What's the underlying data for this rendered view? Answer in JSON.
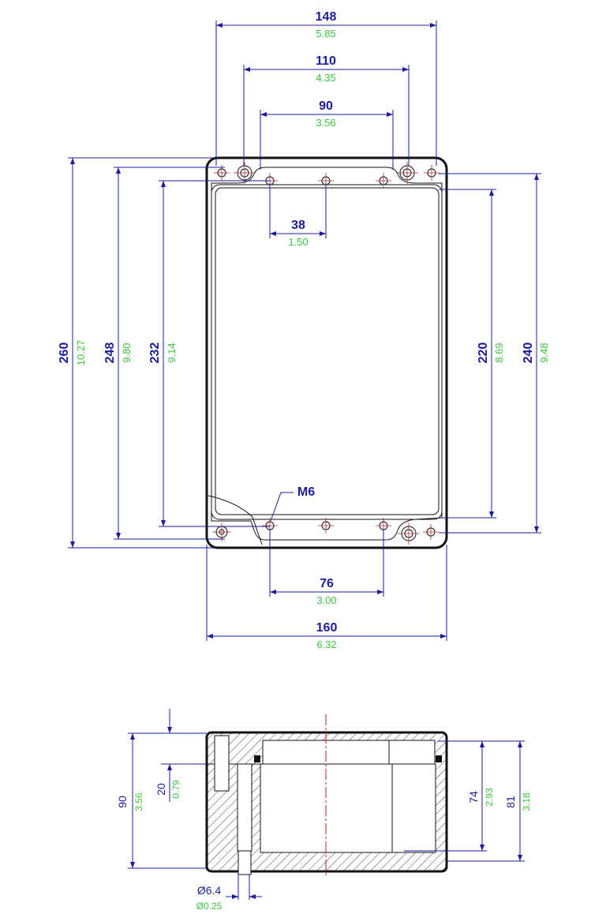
{
  "colors": {
    "dimension_mm": "#1c1c9c",
    "dimension_inch": "#3cc83c",
    "centerline": "#c02020",
    "outline": "#111111"
  },
  "top_view": {
    "width_148": {
      "mm": "148",
      "in": "5.85"
    },
    "width_110": {
      "mm": "110",
      "in": "4.35"
    },
    "width_90": {
      "mm": "90",
      "in": "3.56"
    },
    "spacing_38": {
      "mm": "38",
      "in": "1.50"
    },
    "spacing_76": {
      "mm": "76",
      "in": "3.00"
    },
    "width_160": {
      "mm": "160",
      "in": "6.32"
    },
    "height_260": {
      "mm": "260",
      "in": "10.27"
    },
    "height_248": {
      "mm": "248",
      "in": "9.80"
    },
    "height_232": {
      "mm": "232",
      "in": "9.14"
    },
    "height_220": {
      "mm": "220",
      "in": "8.69"
    },
    "height_240": {
      "mm": "240",
      "in": "9.48"
    },
    "thread_label": "M6"
  },
  "side_view": {
    "height_90": {
      "mm": "90",
      "in": "3.56"
    },
    "lid_20": {
      "mm": "20",
      "in": "0.79"
    },
    "inner_74": {
      "mm": "74",
      "in": "2.93"
    },
    "inner_81": {
      "mm": "81",
      "in": "3.18"
    },
    "hole_dia": {
      "mm": "Ø6.4",
      "in": "Ø0.25"
    }
  }
}
